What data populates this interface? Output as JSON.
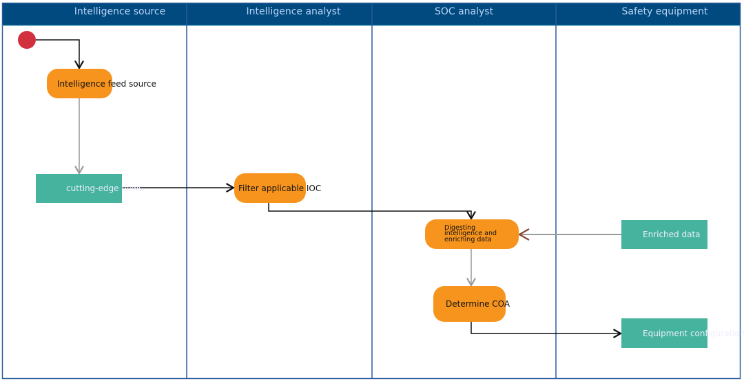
{
  "lanes": [
    "Intelligence source",
    "Intelligence analyst",
    "SOC analyst",
    "Safety equipment"
  ],
  "nodes": {
    "feed": "Intelligence feed source",
    "news": "cutting-edge news",
    "filter": "Filter applicable IOC",
    "digest": "Digesting intelligence and enriching data",
    "coa": "Determine COA",
    "enriched": "Enriched data",
    "equipment": "Equipment configuration"
  },
  "colors": {
    "header": "#004a80",
    "activity": "#f7941d",
    "object": "#45b39d",
    "start": "#d22f3f",
    "border": "#2a5a9a"
  }
}
